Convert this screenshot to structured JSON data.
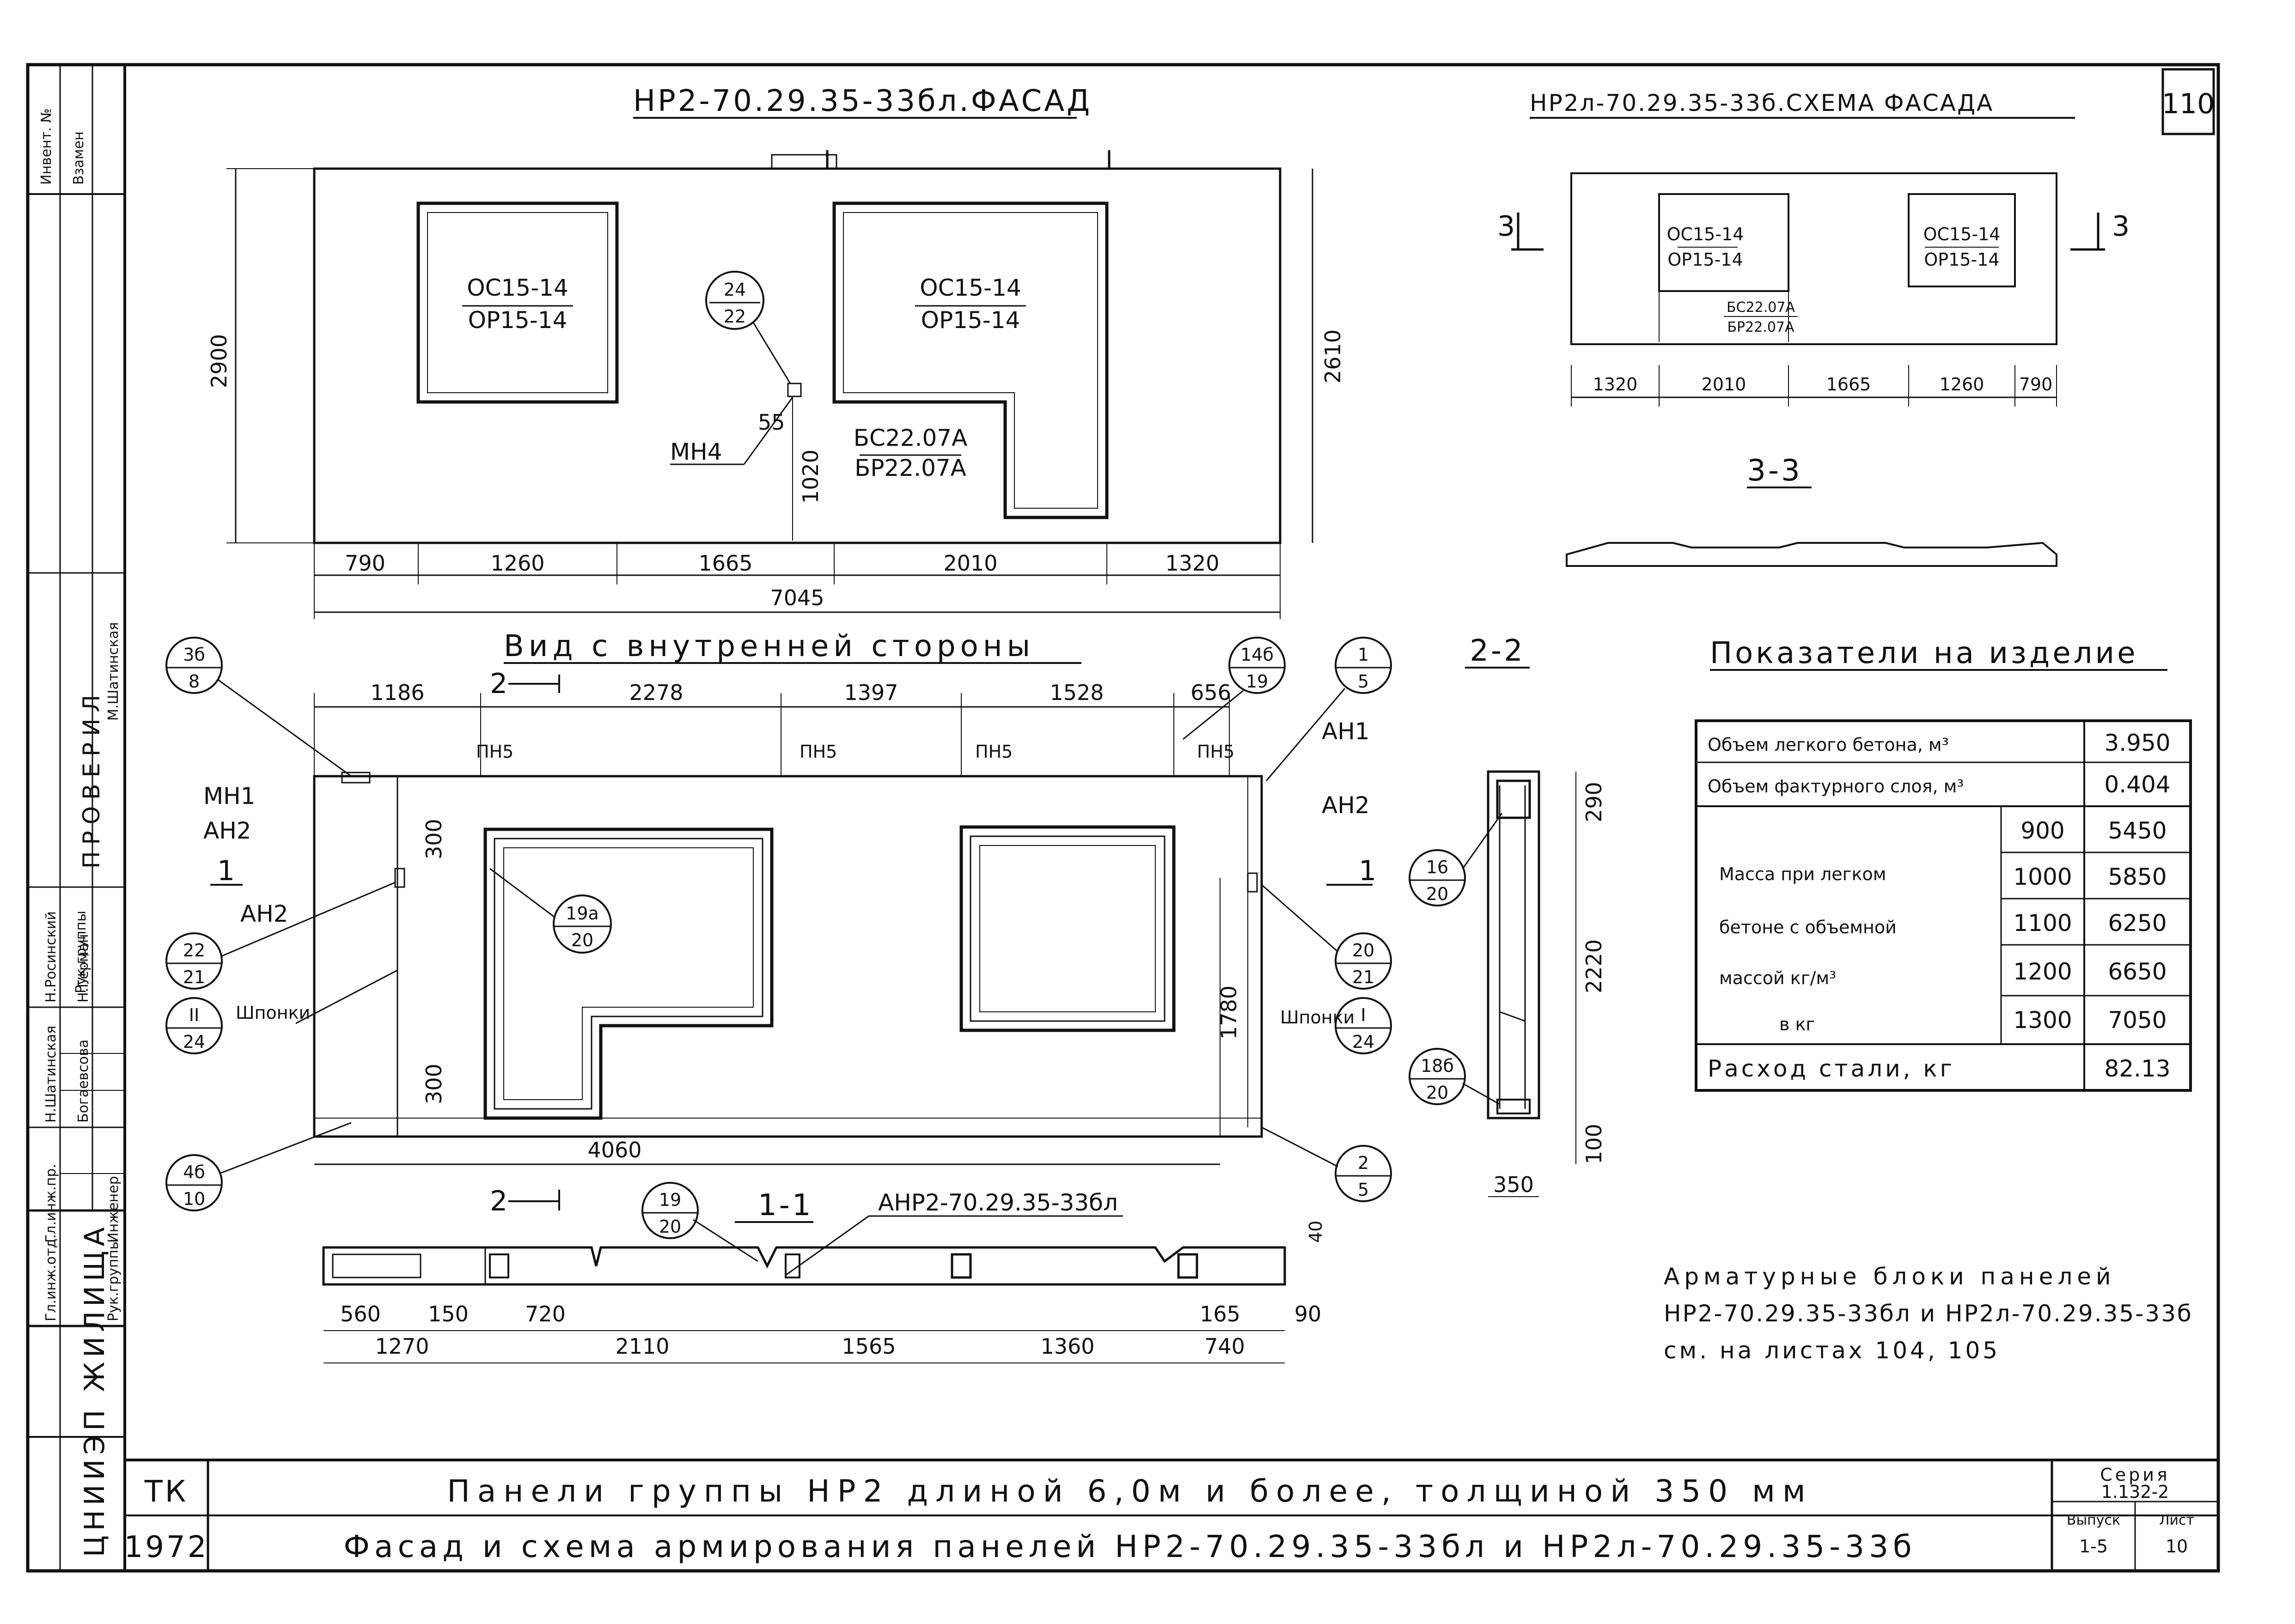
{
  "sheet": {
    "sheet_no": "110",
    "series_label": "Серия",
    "series": "1.132-2",
    "issue_label": "Выпуск",
    "issue": "1-5",
    "list_label": "Лист",
    "list": "10",
    "tk": "ТК",
    "year": "1972",
    "org": "ЦНИИЭП ЖИЛИЩА",
    "title_line1": "Панели группы НР2 длиной 6,0м и более, толщиной 350 мм",
    "title_line2": "Фасад и схема армирования панелей НР2-70.29.35-33бл и НР2л-70.29.35-33б"
  },
  "stamp": {
    "col_headers": [
      "Инвент. №",
      "Взамен"
    ],
    "checked": "ПРОВЕРИЛ",
    "roles": [
      "Гл.инж.отд.",
      "Гл.инж.пр.",
      "Рук.группы",
      "Инженер"
    ],
    "names": [
      "Н.Росинский",
      "Н.Герман",
      "Н.Шатинская",
      "Богаевсова"
    ],
    "checked_by": [
      "Рук.группы",
      "М.Шатинская"
    ]
  },
  "facade": {
    "title": "НР2-70.29.35-33бл.ФАСАД",
    "window_left": [
      "ОС15-14",
      "ОР15-14"
    ],
    "window_right": [
      "ОС15-14",
      "ОР15-14"
    ],
    "door": [
      "БС22.07А",
      "БР22.07А"
    ],
    "mark_mn": "МН4",
    "bubble": [
      "24",
      "22"
    ],
    "dims_bottom": [
      "790",
      "1260",
      "1665",
      "2010",
      "1320"
    ],
    "dim_total": "7045",
    "dim_left": "2900",
    "dim_right": "2610",
    "dim_door": "1020",
    "dim_small": "55"
  },
  "scheme": {
    "title": "НР2л-70.29.35-33б.СХЕМА ФАСАДА",
    "window_left": [
      "ОС15-14",
      "ОР15-14"
    ],
    "window_right": [
      "ОС15-14",
      "ОР15-14"
    ],
    "door": [
      "БС22.07А",
      "БР22.07А"
    ],
    "dims": [
      "1320",
      "2010",
      "1665",
      "1260",
      "790"
    ],
    "cut_mark": "3",
    "section_label": "3-3"
  },
  "inner": {
    "title": "Вид с внутренней стороны",
    "dims_top": [
      "1186",
      "2278",
      "1397",
      "1528",
      "656"
    ],
    "pn_marks": [
      "ПН5",
      "ПН5",
      "ПН5",
      "ПН5"
    ],
    "cut_2": "2",
    "cut_1": "1",
    "labels": [
      "МН1",
      "АН2",
      "АН2",
      "АН1",
      "АН2",
      "Шпонки",
      "Шпонки"
    ],
    "dim_300a": "300",
    "dim_300b": "300",
    "dim_1780": "1780",
    "dim_4060": "4060",
    "bubbles": [
      [
        "3б",
        "8"
      ],
      [
        "14б",
        "19"
      ],
      [
        "1",
        "5"
      ],
      [
        "22",
        "21"
      ],
      [
        "II",
        "24"
      ],
      [
        "4б",
        "10"
      ],
      [
        "19а",
        "20"
      ],
      [
        "20",
        "21"
      ],
      [
        "I",
        "24"
      ],
      [
        "2",
        "5"
      ]
    ]
  },
  "section_22": {
    "title": "2-2",
    "dims": [
      "290",
      "2220",
      "100",
      "350"
    ],
    "bubbles": [
      [
        "16",
        "20"
      ],
      [
        "18б",
        "20"
      ]
    ]
  },
  "section_11": {
    "title": "1-1",
    "mark": "АНР2-70.29.35-33бл",
    "bubble": [
      "19",
      "20"
    ],
    "dims_a": [
      "560",
      "150",
      "720",
      "165",
      "90"
    ],
    "dims_b": [
      "1270",
      "2110",
      "1565",
      "1360",
      "740"
    ],
    "dim_40": "40"
  },
  "indicators": {
    "title": "Показатели на изделие",
    "rows": [
      {
        "label": "Объем легкого бетона, м³",
        "value": "3.950"
      },
      {
        "label": "Объем фактурного слоя, м³",
        "value": "0.404"
      }
    ],
    "mass_label": [
      "Масса при легком",
      "бетоне с объемной",
      "массой кг/м³",
      "в кг"
    ],
    "mass_rows": [
      {
        "density": "900",
        "value": "5450"
      },
      {
        "density": "1000",
        "value": "5850"
      },
      {
        "density": "1100",
        "value": "6250"
      },
      {
        "density": "1200",
        "value": "6650"
      },
      {
        "density": "1300",
        "value": "7050"
      }
    ],
    "steel": {
      "label": "Расход стали, кг",
      "value": "82.13"
    }
  },
  "note": [
    "Арматурные блоки панелей",
    "НР2-70.29.35-33бл и НР2л-70.29.35-33б",
    "см. на листах 104, 105"
  ]
}
